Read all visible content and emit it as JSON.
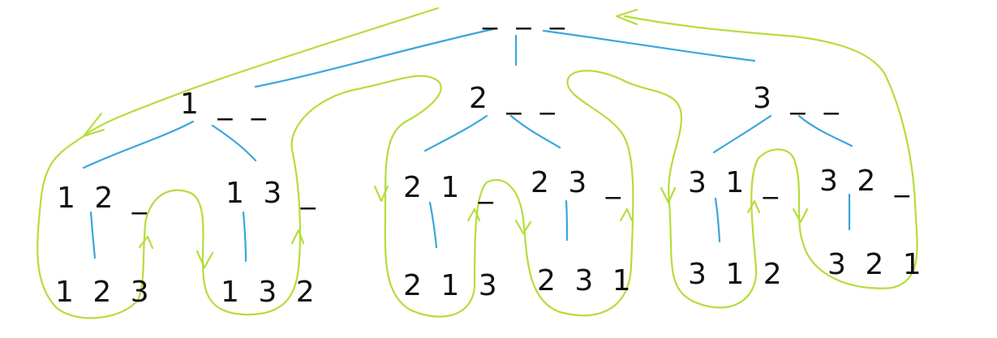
{
  "colors": {
    "edge": "#3aa6dd",
    "trace": "#b5dd3c",
    "text": "#111111",
    "background": "#ffffff"
  },
  "tree": {
    "root": "_ _ _",
    "level1": [
      "1 _ _",
      "2 _ _",
      "3 _ _"
    ],
    "level2": [
      "1 2 _",
      "1 3 _",
      "2 1 _",
      "2 3 _",
      "3 1 _",
      "3 2 _"
    ],
    "level3": [
      "1 2 3",
      "1 3 2",
      "2 1 3",
      "2 3 1",
      "3 1 2",
      "3 2 1"
    ]
  }
}
